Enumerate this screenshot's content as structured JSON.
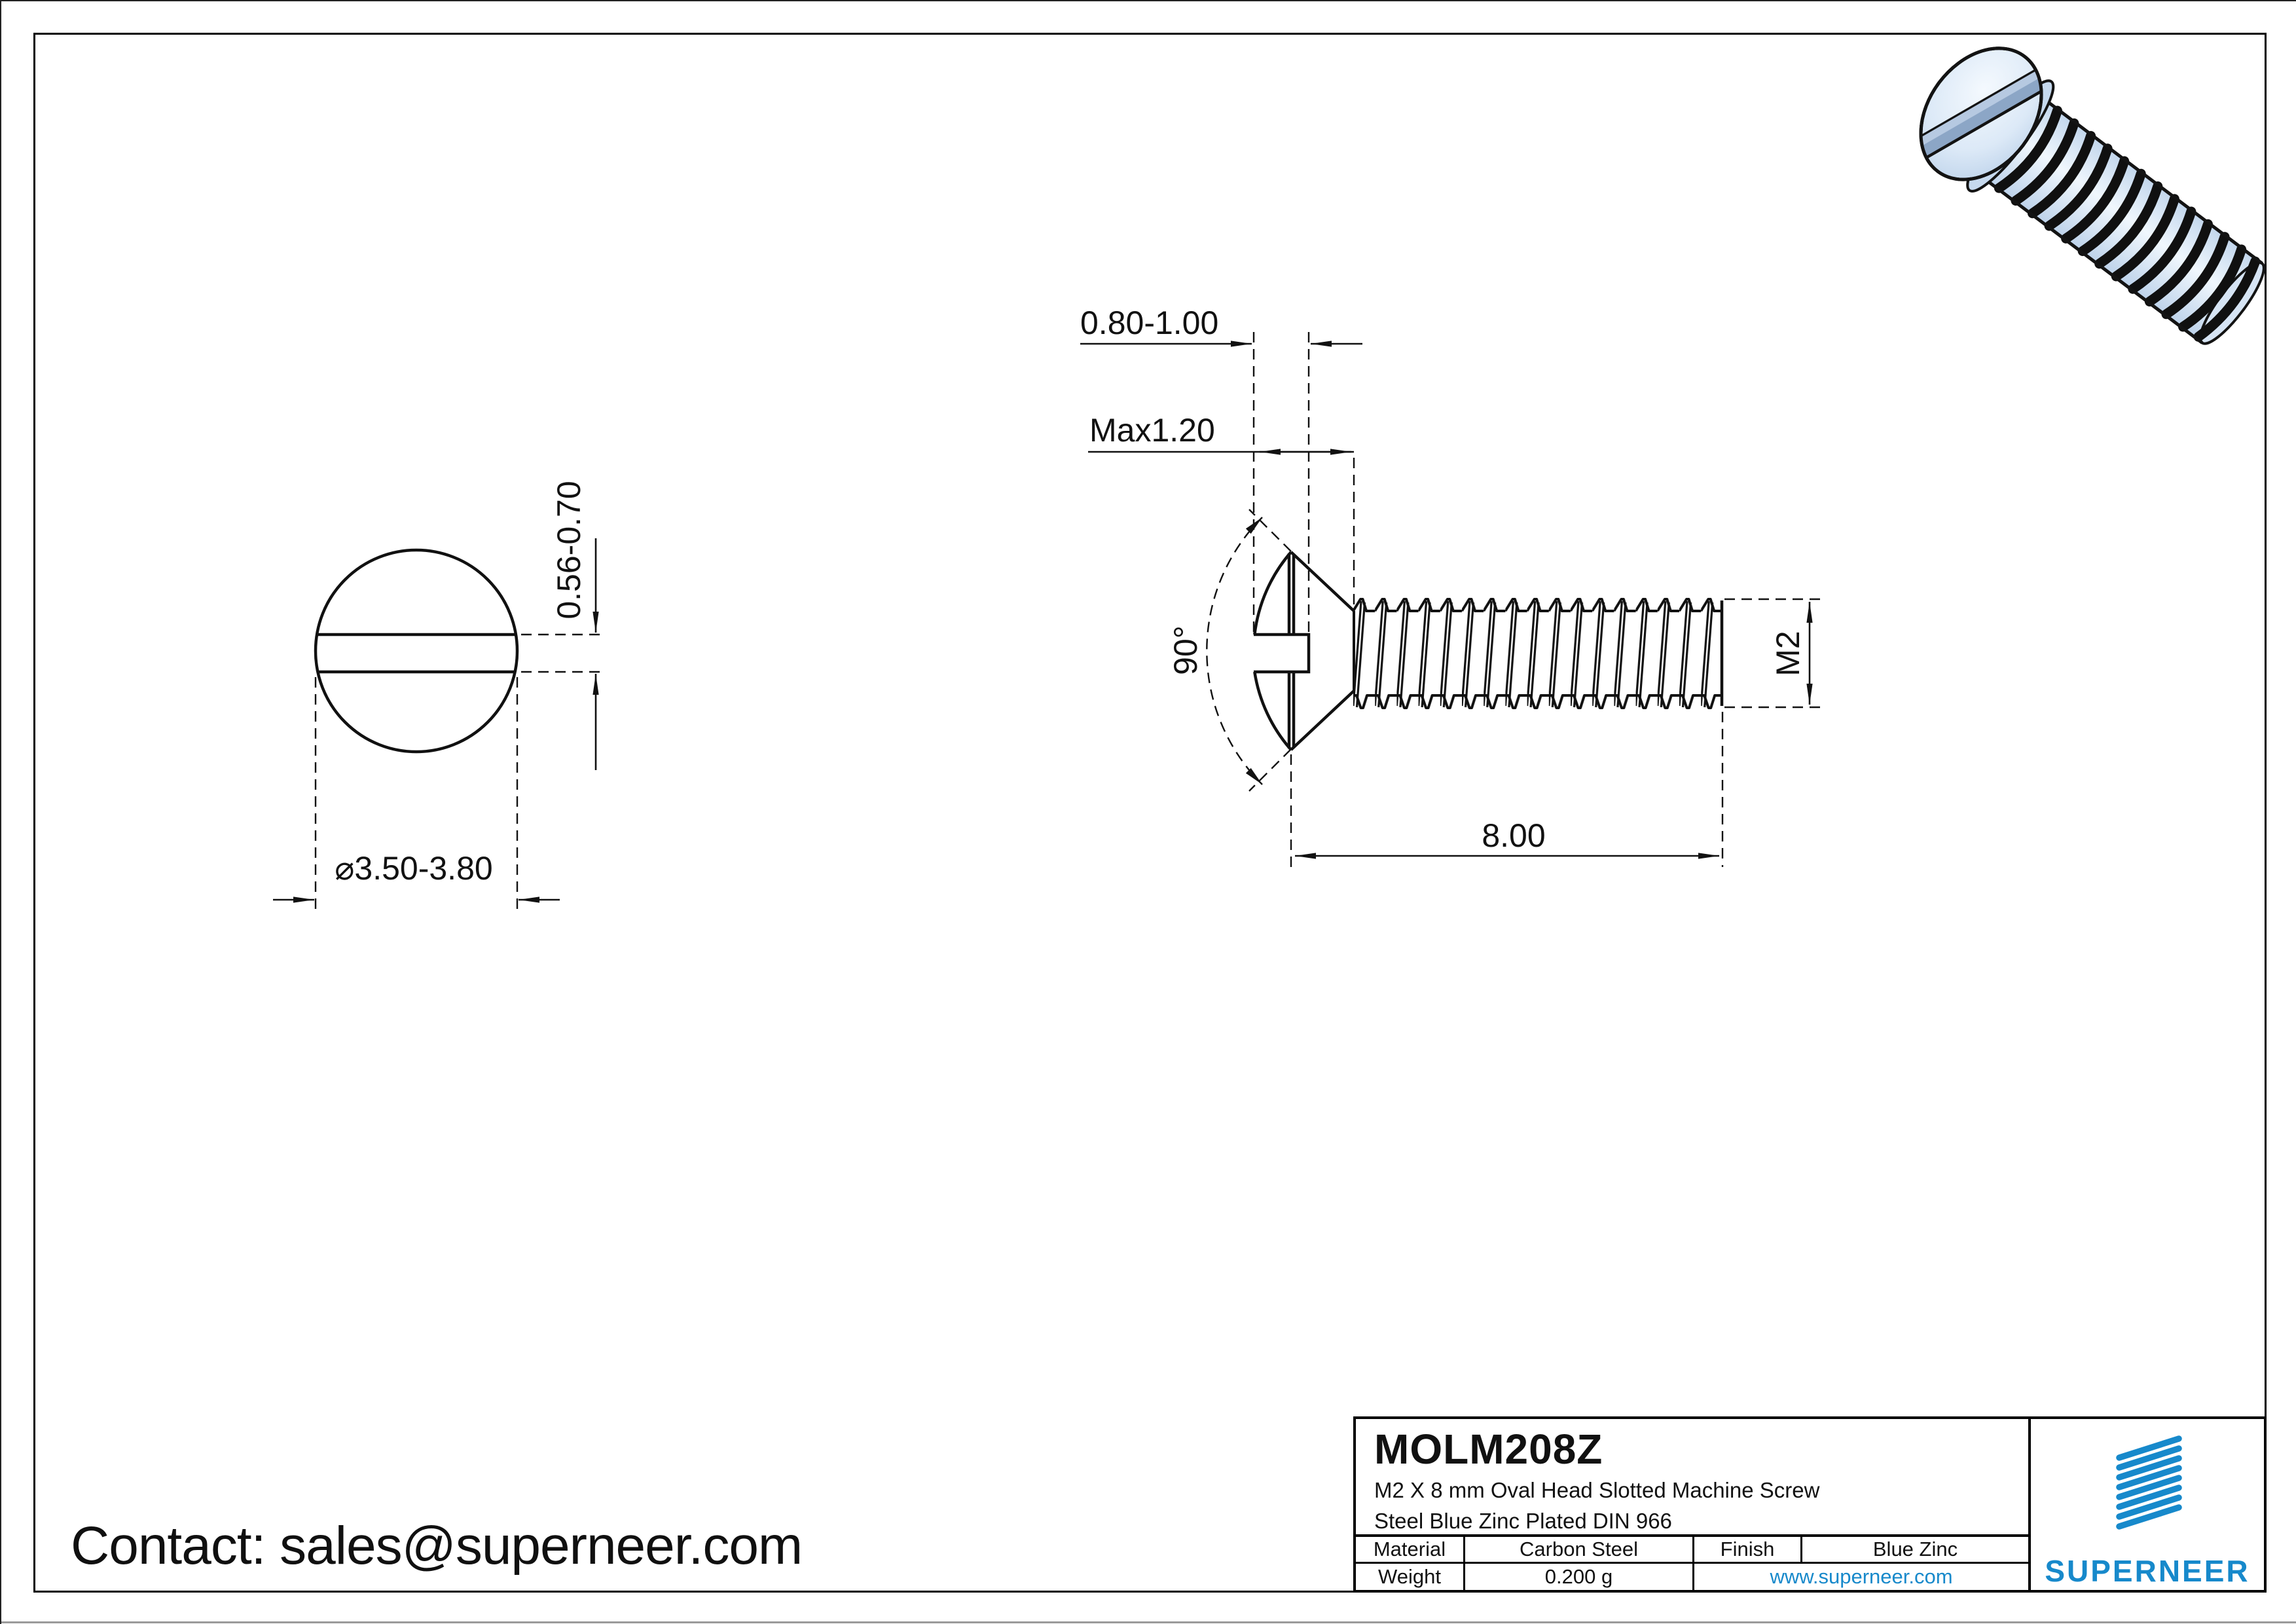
{
  "page": {
    "background": "#ffffff",
    "line_color": "#111111"
  },
  "contact": {
    "label": "Contact: sales@superneer.com"
  },
  "drawing": {
    "front_view": {
      "slot_depth": "0.56-0.70",
      "head_diameter": "⌀3.50-3.80"
    },
    "side_view": {
      "slot_width": "0.80-1.00",
      "head_height": "Max1.20",
      "head_angle": "90°",
      "thread_size": "M2",
      "length": "8.00"
    }
  },
  "title_block": {
    "part_number": "MOLM208Z",
    "description_line1": "M2 X 8 mm  Oval Head Slotted Machine Screw",
    "description_line2": "Steel Blue Zinc Plated DIN 966",
    "material_label": "Material",
    "material_value": "Carbon Steel",
    "finish_label": "Finish",
    "finish_value": "Blue Zinc",
    "weight_label": "Weight",
    "weight_value": "0.200 g",
    "website": "www.superneer.com",
    "brand": "SUPERNEER",
    "brand_color": "#1789cb",
    "link_color": "#1789cb"
  },
  "render_3d": {
    "body_light": "#eff6fd",
    "body_dark": "#bcd2ea",
    "slot_color": "#8ca6c6",
    "outline": "#131313"
  }
}
